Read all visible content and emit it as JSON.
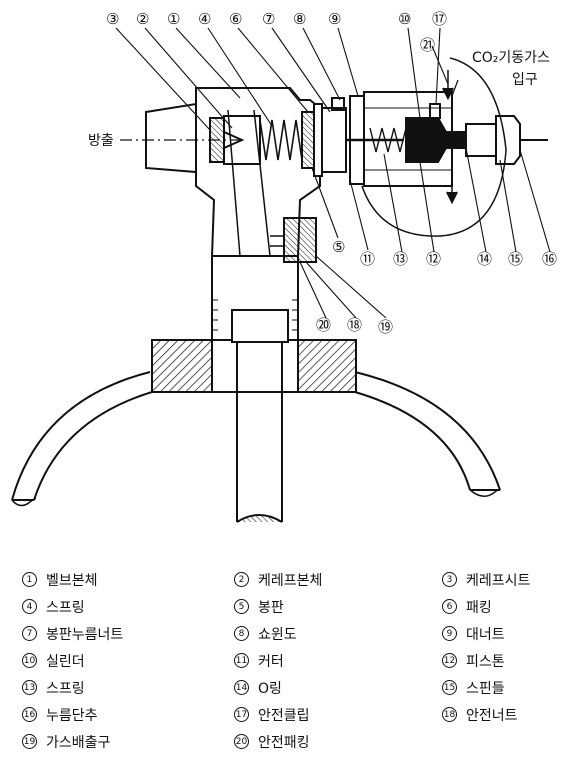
{
  "diagram": {
    "outlet_label": "방출",
    "inlet_label_line1": "CO₂기동가스",
    "inlet_label_line2": "입구",
    "callouts": [
      "③",
      "②",
      "①",
      "④",
      "⑥",
      "⑦",
      "⑧",
      "⑨",
      "⑩",
      "⑰",
      "㉑",
      "⑤",
      "⑪",
      "⑬",
      "⑫",
      "⑭",
      "⑮",
      "⑯",
      "⑳",
      "⑱",
      "⑲"
    ]
  },
  "legend": [
    {
      "num": "1",
      "name": "벨브본체"
    },
    {
      "num": "2",
      "name": "케레프본체"
    },
    {
      "num": "3",
      "name": "케레프시트"
    },
    {
      "num": "4",
      "name": "스프링"
    },
    {
      "num": "5",
      "name": "봉판"
    },
    {
      "num": "6",
      "name": "패킹"
    },
    {
      "num": "7",
      "name": "봉판누름너트"
    },
    {
      "num": "8",
      "name": "쇼윈도"
    },
    {
      "num": "9",
      "name": "대너트"
    },
    {
      "num": "10",
      "name": "실린더"
    },
    {
      "num": "11",
      "name": "커터"
    },
    {
      "num": "12",
      "name": "피스톤"
    },
    {
      "num": "13",
      "name": "스프링"
    },
    {
      "num": "14",
      "name": "O링"
    },
    {
      "num": "15",
      "name": "스핀들"
    },
    {
      "num": "16",
      "name": "누름단추"
    },
    {
      "num": "17",
      "name": "안전클립"
    },
    {
      "num": "18",
      "name": "안전너트"
    },
    {
      "num": "19",
      "name": "가스배출구"
    },
    {
      "num": "20",
      "name": "안전패킹"
    }
  ]
}
